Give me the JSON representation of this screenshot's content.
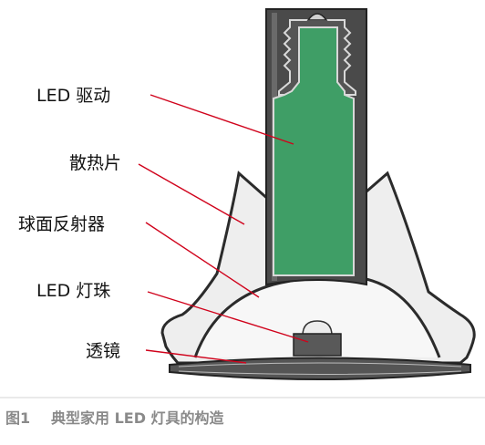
{
  "labels": {
    "driver": "LED 驱动",
    "heatsink": "散热片",
    "reflector": "球面反射器",
    "bead": "LED 灯珠",
    "lens": "透镜"
  },
  "caption": {
    "figure_no": "图1",
    "title": "典型家用 LED 灯具的构造"
  },
  "colors": {
    "driver_fill": "#3f9e66",
    "leader_line": "#d0021b",
    "housing_fill": "#eeeeee",
    "tube_fill": "#4a4a4a",
    "caption_text": "#8a8a8a"
  }
}
